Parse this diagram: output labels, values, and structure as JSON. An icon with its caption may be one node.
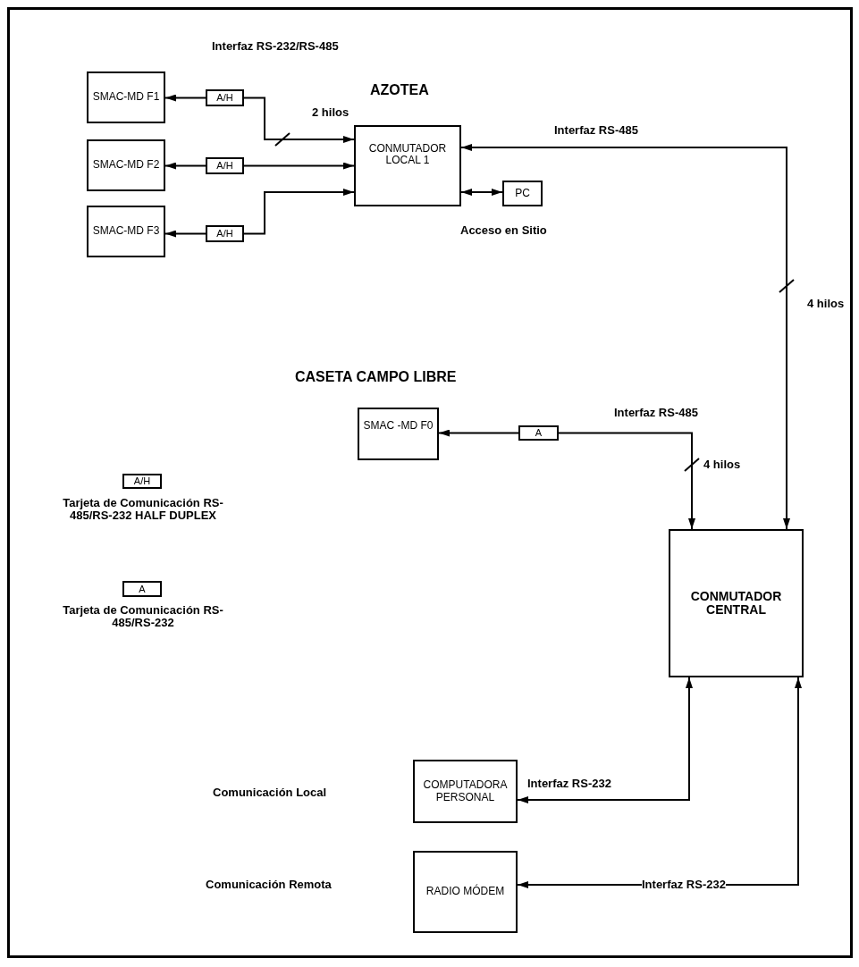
{
  "diagram": {
    "nodes": [
      {
        "text": [
          "SMAC-MD F1"
        ]
      },
      {
        "text": [
          "SMAC-MD F2"
        ]
      },
      {
        "text": [
          "SMAC-MD F3"
        ]
      },
      {
        "text": [
          "A/H"
        ]
      },
      {
        "text": [
          "A/H"
        ]
      },
      {
        "text": [
          "A/H"
        ]
      },
      {
        "text": [
          "CONMUTADOR LOCAL 1"
        ]
      },
      {
        "text": [
          "PC"
        ]
      },
      {
        "text": [
          "SMAC -MD F0"
        ]
      },
      {
        "text": [
          "A"
        ]
      },
      {
        "text": [
          "CONMUTADOR CENTRAL"
        ]
      },
      {
        "text": [
          "A/H"
        ],
        "beside": [
          "Tarjeta de Comunicación RS-485/RS-232 HALF DUPLEX"
        ]
      },
      {
        "text": [
          "A"
        ],
        "beside": [
          "Tarjeta de Comunicación RS-485/RS-232"
        ]
      },
      {
        "text": [
          "COMPUTADORA PERSONAL"
        ]
      },
      {
        "text": [
          "RADIO MÓDEM"
        ]
      }
    ],
    "edges": [
      {
        "from": 3,
        "to": 0,
        "arrow": "to"
      },
      {
        "from": 3,
        "to": 6,
        "arrow": "to",
        "label": "2 hilos"
      },
      {
        "from": 4,
        "to": 1,
        "arrow": "to"
      },
      {
        "from": 4,
        "to": 6,
        "arrow": "to"
      },
      {
        "from": 5,
        "to": 2,
        "arrow": "to"
      },
      {
        "from": 5,
        "to": 6,
        "arrow": "to"
      },
      {
        "from": 6,
        "to": 7,
        "arrow": "both"
      },
      {
        "from": 10,
        "to": 6,
        "arrow": "both",
        "label": "Interfaz RS-485"
      },
      {
        "from": 9,
        "to": 8,
        "arrow": "to"
      },
      {
        "from": 9,
        "to": 10,
        "arrow": "to",
        "label": "Interfaz RS-485"
      },
      {
        "from": 13,
        "to": 10,
        "arrow": "both",
        "label": "Interfaz RS-232"
      },
      {
        "from": 14,
        "to": 10,
        "arrow": "both",
        "label": "Interfaz RS-232"
      }
    ],
    "labels": [
      "Interfaz RS-232/RS-485",
      "AZOTEA",
      "Acceso en Sitio",
      "4 hilos",
      "CASETA CAMPO LIBRE",
      "4 hilos",
      "Comunicación Local",
      "Comunicación Remota"
    ]
  }
}
